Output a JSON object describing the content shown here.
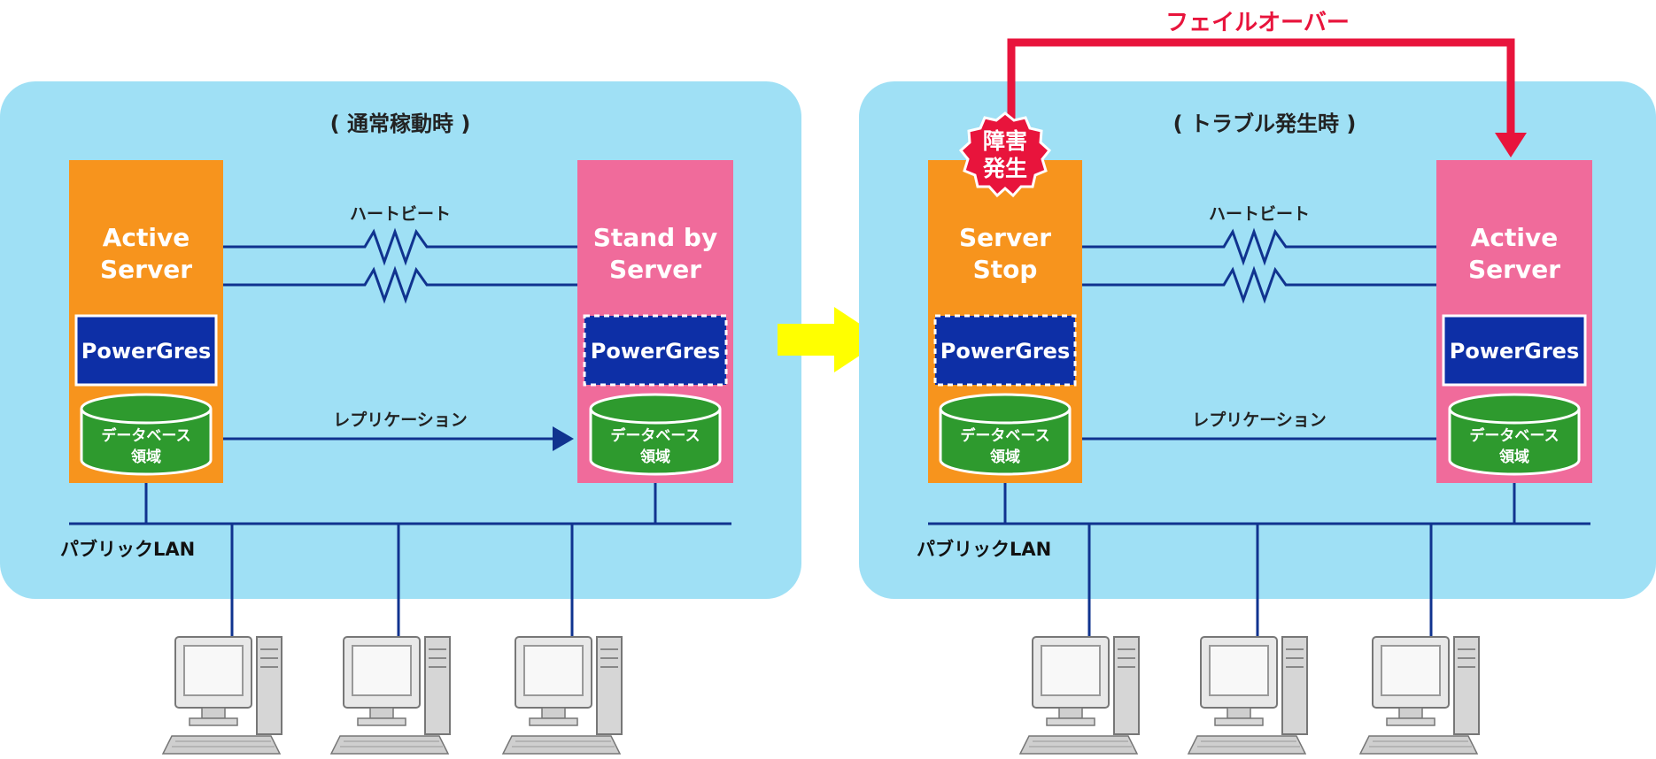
{
  "left": {
    "title": "( 通常稼動時 )",
    "heartbeat": "ハートビート",
    "replication": "レプリケーション",
    "lan": "パブリックLAN",
    "server_a": {
      "line1": "Active",
      "line2": "Server",
      "powergres": "PowerGres",
      "db_line1": "データベース",
      "db_line2": "領域"
    },
    "server_b": {
      "line1": "Stand by",
      "line2": "Server",
      "powergres": "PowerGres",
      "db_line1": "データベース",
      "db_line2": "領域"
    }
  },
  "right": {
    "title": "( トラブル発生時 )",
    "heartbeat": "ハートビート",
    "replication": "レプリケーション",
    "lan": "パブリックLAN",
    "server_a": {
      "line1": "Server",
      "line2": "Stop",
      "powergres": "PowerGres",
      "db_line1": "データベース",
      "db_line2": "領域"
    },
    "server_b": {
      "line1": "Active",
      "line2": "Server",
      "powergres": "PowerGres",
      "db_line1": "データベース",
      "db_line2": "領域"
    },
    "badge_line1": "障害",
    "badge_line2": "発生"
  },
  "failover": "フェイルオーバー",
  "colors": {
    "panel": "#9fe0f5",
    "orange": "#f7941d",
    "pink": "#f06b9b",
    "navy": "#0d2fa6",
    "db_green": "#2e9a2e",
    "line": "#10338f",
    "red": "#e8143c",
    "yellow": "#ffff00"
  }
}
